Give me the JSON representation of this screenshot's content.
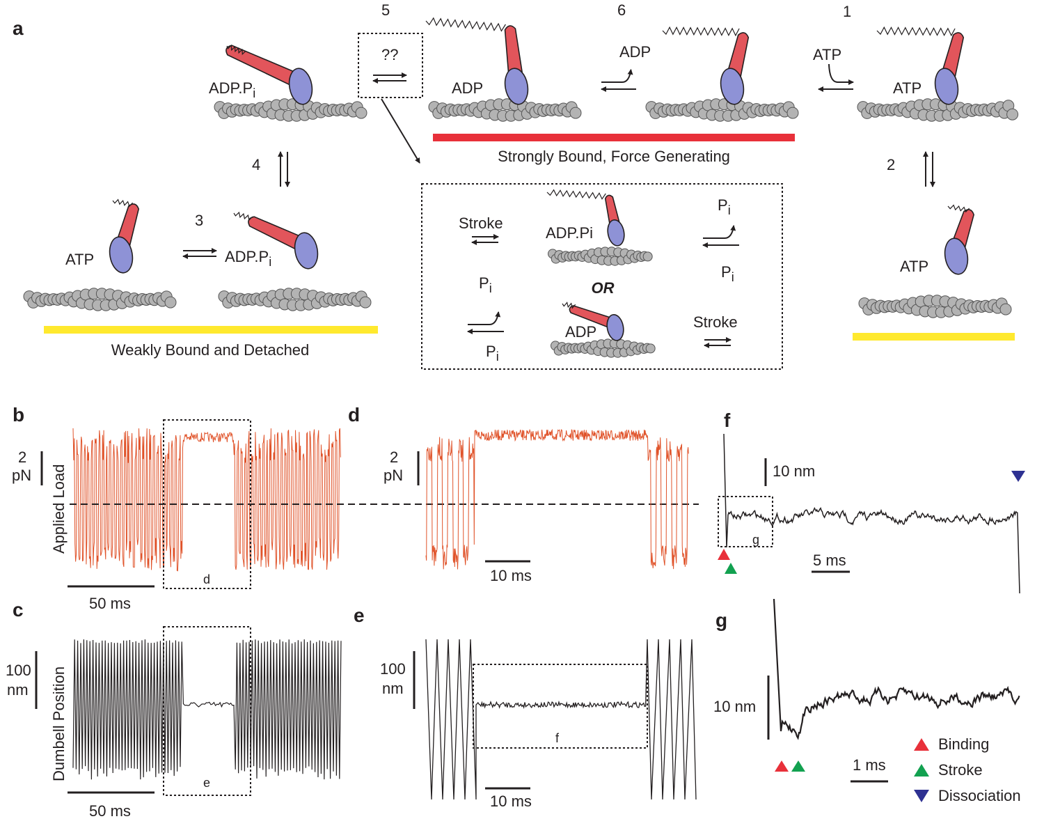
{
  "panel_labels": [
    "a",
    "b",
    "c",
    "d",
    "e",
    "f",
    "g"
  ],
  "scheme": {
    "step_numbers": {
      "s1": "1",
      "s2": "2",
      "s3": "3",
      "s4": "4",
      "s5": "5",
      "s6": "6"
    },
    "unknown": "??",
    "states": {
      "adppi_top": {
        "main": "ADP.P",
        "sub": "i"
      },
      "adp_strong": "ADP",
      "atp_strong": "ATP",
      "atp_detached_right": "ATP",
      "atp_weak_left": "ATP",
      "adppi_weak": {
        "main": "ADP.P",
        "sub": "i"
      }
    },
    "released": {
      "adp": "ADP"
    },
    "bound": {
      "atp": "ATP"
    },
    "strong_label": "Strongly Bound, Force Generating",
    "weak_label": "Weakly Bound and Detached",
    "colors": {
      "strong_bar": "#e8303a",
      "weak_bar": "#ffe92e",
      "lever": "#e2555b",
      "head": "#8e92d6",
      "actin": "#b3b3b3",
      "trace_force": "#e0532a",
      "trace_pos": "#231f20"
    },
    "inset": {
      "stroke_top": "Stroke",
      "adppi_label": "ADP.Pi",
      "pi_out_top": {
        "main": "P",
        "sub": "i"
      },
      "pi_in_top": {
        "main": "P",
        "sub": "i"
      },
      "or": "OR",
      "pi_out_bottom": {
        "main": "P",
        "sub": "i"
      },
      "pi_in_bottom": {
        "main": "P",
        "sub": "i"
      },
      "adp_label": "ADP",
      "stroke_bottom": "Stroke"
    }
  },
  "traces": {
    "b": {
      "scale_force": "2",
      "scale_unit": "pN",
      "ylabel": "Applied Load",
      "time_scale": "50 ms",
      "box": "d"
    },
    "c": {
      "scale_pos": "100",
      "scale_unit": "nm",
      "ylabel": "Dumbell Position",
      "time_scale": "50 ms",
      "box": "e"
    },
    "d": {
      "scale_force": "2",
      "scale_unit": "pN",
      "time_scale": "10 ms"
    },
    "e": {
      "scale_pos": "100",
      "scale_unit": "nm",
      "time_scale": "10 ms",
      "box": "f"
    },
    "f": {
      "scale_pos": "10 nm",
      "time_scale": "5 ms",
      "box": "g"
    },
    "g": {
      "scale_pos": "10 nm",
      "time_scale": "1 ms"
    }
  },
  "legend": [
    {
      "label": "Binding",
      "color": "#e8303a"
    },
    {
      "label": "Stroke",
      "color": "#12a150"
    },
    {
      "label": "Dissociation",
      "color": "#2e3192"
    }
  ]
}
